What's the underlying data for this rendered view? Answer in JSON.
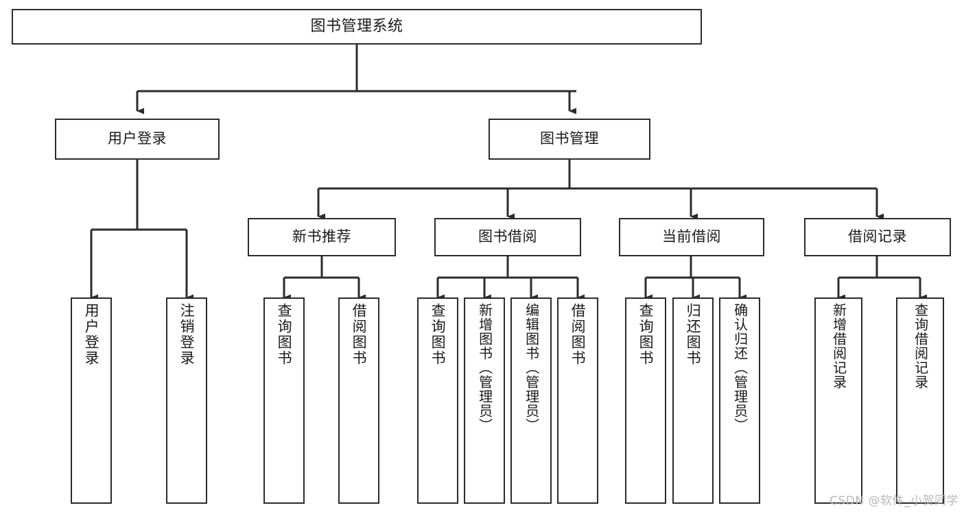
{
  "diagram": {
    "title": "图书管理系统",
    "watermark": "CSDN @软件_小贺同学",
    "colors": {
      "stroke": "#2b2b2b",
      "fill": "#ffffff",
      "text": "#1a1a1a",
      "watermark": "#b8b8b8",
      "background": "#ffffff"
    },
    "root": {
      "label": "图书管理系统"
    },
    "level2": [
      {
        "id": "user-login",
        "label": "用户登录"
      },
      {
        "id": "book-manage",
        "label": "图书管理"
      }
    ],
    "level3": [
      {
        "id": "new-book-recommend",
        "label": "新书推荐"
      },
      {
        "id": "book-borrow",
        "label": "图书借阅"
      },
      {
        "id": "current-borrow",
        "label": "当前借阅"
      },
      {
        "id": "borrow-record",
        "label": "借阅记录"
      }
    ],
    "leaves": {
      "user-login": [
        {
          "id": "leaf-user-login",
          "label": "用户登录"
        },
        {
          "id": "leaf-user-logout",
          "label": "注销登录"
        }
      ],
      "new-book-recommend": [
        {
          "id": "leaf-query-book-1",
          "label": "查询图书"
        },
        {
          "id": "leaf-borrow-book-1",
          "label": "借阅图书"
        }
      ],
      "book-borrow": [
        {
          "id": "leaf-query-book-2",
          "label": "查询图书"
        },
        {
          "id": "leaf-add-book",
          "label": "新增图书（管理员）"
        },
        {
          "id": "leaf-edit-book",
          "label": "编辑图书（管理员）"
        },
        {
          "id": "leaf-borrow-book-2",
          "label": "借阅图书"
        }
      ],
      "current-borrow": [
        {
          "id": "leaf-query-book-3",
          "label": "查询图书"
        },
        {
          "id": "leaf-return-book",
          "label": "归还图书"
        },
        {
          "id": "leaf-confirm-return",
          "label": "确认归还（管理员）"
        }
      ],
      "borrow-record": [
        {
          "id": "leaf-add-record",
          "label": "新增借阅记录"
        },
        {
          "id": "leaf-query-record",
          "label": "查询借阅记录"
        }
      ]
    }
  }
}
